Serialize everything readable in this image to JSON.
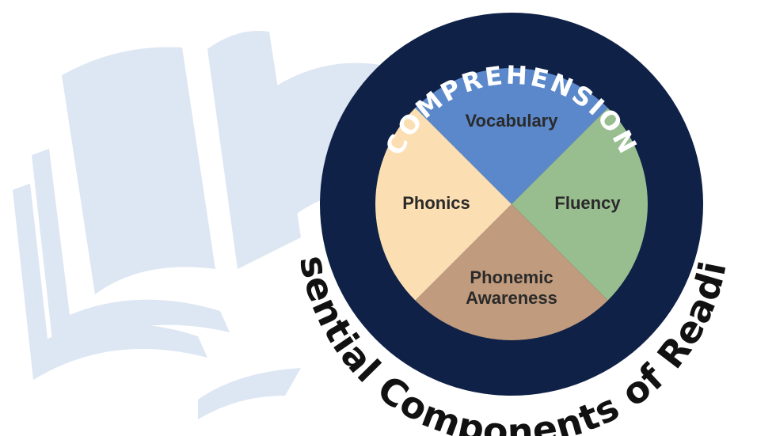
{
  "ring_label": "COMPREHENSION",
  "arc_title": "Essential Components of Reading",
  "quadrants": {
    "top": "Vocabulary",
    "right": "Fluency",
    "bottom_line1": "Phonemic",
    "bottom_line2": "Awareness",
    "left": "Phonics"
  },
  "colors": {
    "ring": "#0f2147",
    "vocabulary": "#5b88cb",
    "fluency": "#98bd8f",
    "phonemic_awareness": "#c09b7d",
    "phonics": "#fbdeb2",
    "book": "#dde6f3"
  },
  "icons": {
    "background": "open-book-icon"
  }
}
